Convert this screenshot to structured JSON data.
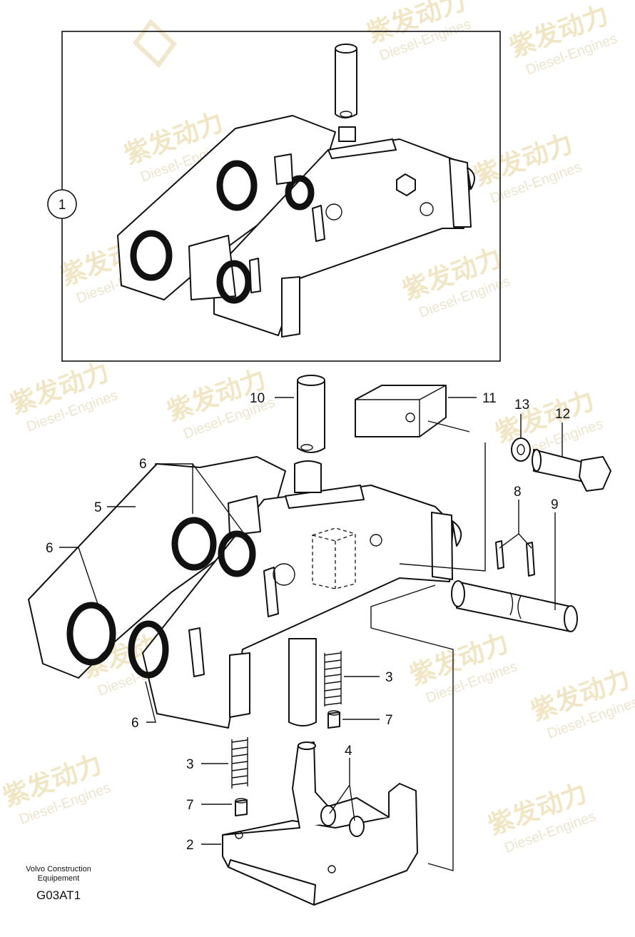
{
  "watermark": {
    "cn": "紫发动力",
    "en": "Diesel-Engines"
  },
  "assembly_callout": "1",
  "part_labels": {
    "p2": "2",
    "p3a": "3",
    "p3b": "3",
    "p4": "4",
    "p5": "5",
    "p6a": "6",
    "p6b": "6",
    "p6c": "6",
    "p7a": "7",
    "p7b": "7",
    "p8": "8",
    "p9": "9",
    "p10": "10",
    "p11": "11",
    "p12": "12",
    "p13": "13"
  },
  "footer": {
    "company_line1": "Volvo Construction",
    "company_line2": "Equipement",
    "drawing_code": "G03AT1"
  }
}
